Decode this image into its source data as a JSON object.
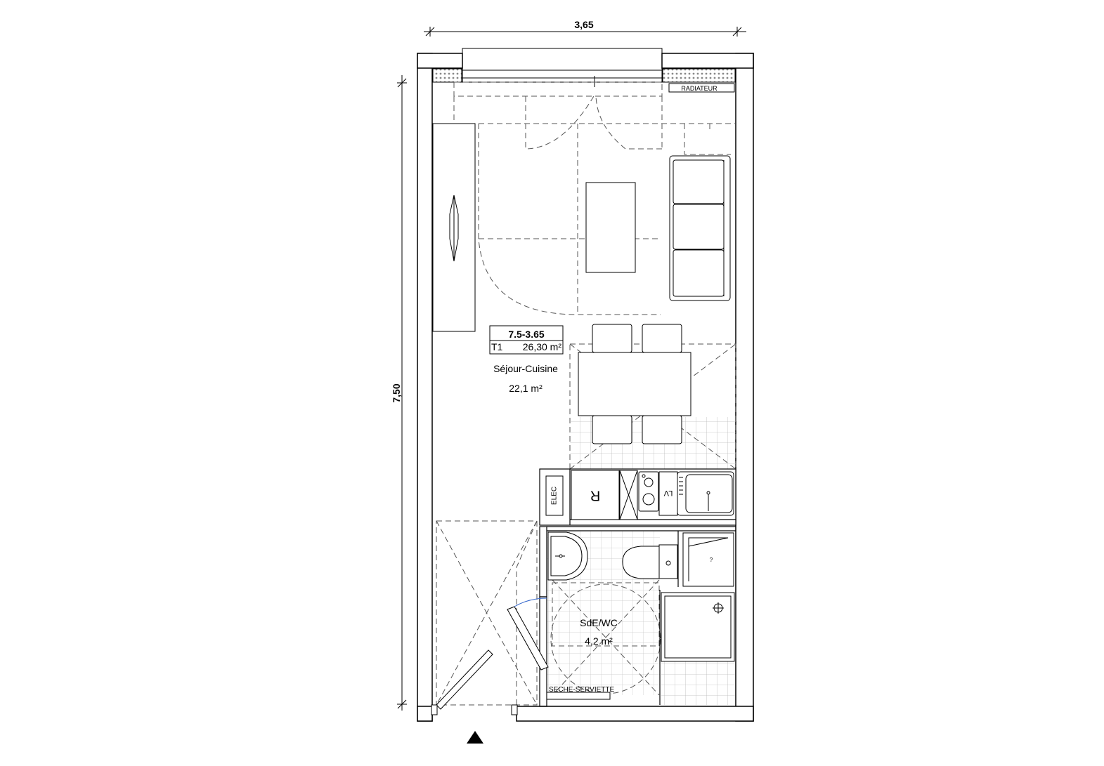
{
  "dimensions": {
    "width_label": "3,65",
    "height_label": "7,50"
  },
  "unit_box": {
    "code": "7.5-3.65",
    "type": "T1",
    "area": "26,30 m²"
  },
  "rooms": [
    {
      "name": "Séjour-Cuisine",
      "area": "22,1 m²"
    },
    {
      "name": "SdE/WC",
      "area": "4,2 m²"
    }
  ],
  "fixtures": {
    "radiator": "RADIATEUR",
    "elec": "ELEC",
    "fridge": "R",
    "dishwasher": "LV",
    "towel_dryer": "SECHE-SERVIETTE",
    "washer_mark": "?"
  }
}
